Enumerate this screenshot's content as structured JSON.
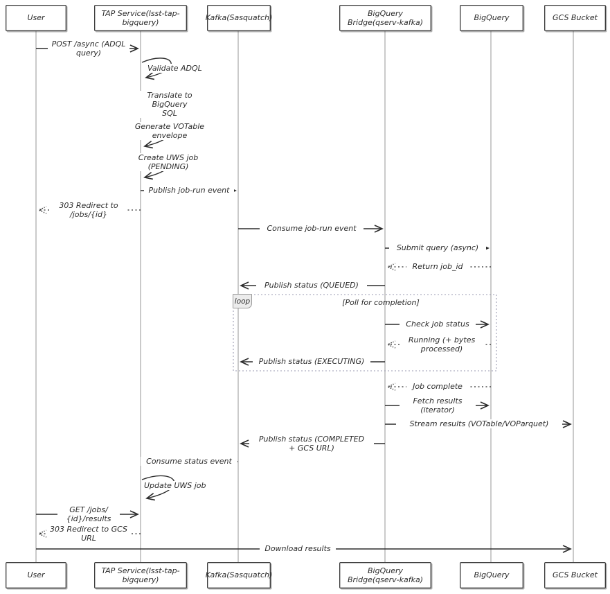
{
  "diagram": {
    "type": "sequence-diagram",
    "participants": [
      {
        "name": "User"
      },
      {
        "name": "TAP Service(lsst-tap-bigquery)"
      },
      {
        "name": "Kafka(Sasquatch)"
      },
      {
        "name": "BigQuery Bridge(qserv-kafka)"
      },
      {
        "name": "BigQuery"
      },
      {
        "name": "GCS Bucket"
      }
    ],
    "messages": [
      {
        "label": "POST /async (ADQL\nquery)",
        "from": "User",
        "to": "TAP Service(lsst-tap-bigquery)",
        "style": "solid"
      },
      {
        "label": "Validate ADQL",
        "from": "TAP Service(lsst-tap-bigquery)",
        "to": "TAP Service(lsst-tap-bigquery)",
        "style": "self"
      },
      {
        "label": "Translate to BigQuery\nSQL",
        "from": "TAP Service(lsst-tap-bigquery)",
        "to": "TAP Service(lsst-tap-bigquery)",
        "style": "self"
      },
      {
        "label": "Generate VOTable\nenvelope",
        "from": "TAP Service(lsst-tap-bigquery)",
        "to": "TAP Service(lsst-tap-bigquery)",
        "style": "self"
      },
      {
        "label": "Create UWS job\n(PENDING)",
        "from": "TAP Service(lsst-tap-bigquery)",
        "to": "TAP Service(lsst-tap-bigquery)",
        "style": "self"
      },
      {
        "label": "Publish job-run event",
        "from": "TAP Service(lsst-tap-bigquery)",
        "to": "Kafka(Sasquatch)",
        "style": "solid"
      },
      {
        "label": "303 Redirect to\n/jobs/{id}",
        "from": "TAP Service(lsst-tap-bigquery)",
        "to": "User",
        "style": "dashed"
      },
      {
        "label": "Consume job-run event",
        "from": "Kafka(Sasquatch)",
        "to": "BigQuery Bridge(qserv-kafka)",
        "style": "solid"
      },
      {
        "label": "Submit query (async)",
        "from": "BigQuery Bridge(qserv-kafka)",
        "to": "BigQuery",
        "style": "solid"
      },
      {
        "label": "Return job_id",
        "from": "BigQuery",
        "to": "BigQuery Bridge(qserv-kafka)",
        "style": "dashed"
      },
      {
        "label": "Publish status (QUEUED)",
        "from": "BigQuery Bridge(qserv-kafka)",
        "to": "Kafka(Sasquatch)",
        "style": "solid"
      },
      {
        "label": "Check job status",
        "from": "BigQuery Bridge(qserv-kafka)",
        "to": "BigQuery",
        "style": "solid"
      },
      {
        "label": "Running (+ bytes\nprocessed)",
        "from": "BigQuery",
        "to": "BigQuery Bridge(qserv-kafka)",
        "style": "dashed"
      },
      {
        "label": "Publish status (EXECUTING)",
        "from": "BigQuery Bridge(qserv-kafka)",
        "to": "Kafka(Sasquatch)",
        "style": "solid"
      },
      {
        "label": "Job complete",
        "from": "BigQuery",
        "to": "BigQuery Bridge(qserv-kafka)",
        "style": "dashed"
      },
      {
        "label": "Fetch results\n(iterator)",
        "from": "BigQuery Bridge(qserv-kafka)",
        "to": "BigQuery",
        "style": "solid"
      },
      {
        "label": "Stream results (VOTable/VOParquet)",
        "from": "BigQuery Bridge(qserv-kafka)",
        "to": "GCS Bucket",
        "style": "solid"
      },
      {
        "label": "Publish status (COMPLETED\n+ GCS URL)",
        "from": "BigQuery Bridge(qserv-kafka)",
        "to": "Kafka(Sasquatch)",
        "style": "solid"
      },
      {
        "label": "Consume status event",
        "from": "Kafka(Sasquatch)",
        "to": "TAP Service(lsst-tap-bigquery)",
        "style": "solid"
      },
      {
        "label": "Update UWS job",
        "from": "TAP Service(lsst-tap-bigquery)",
        "to": "TAP Service(lsst-tap-bigquery)",
        "style": "self"
      },
      {
        "label": "GET /jobs/\n{id}/results",
        "from": "User",
        "to": "TAP Service(lsst-tap-bigquery)",
        "style": "solid"
      },
      {
        "label": "303 Redirect to GCS\nURL",
        "from": "TAP Service(lsst-tap-bigquery)",
        "to": "User",
        "style": "dashed"
      },
      {
        "label": "Download results",
        "from": "User",
        "to": "GCS Bucket",
        "style": "solid"
      }
    ],
    "loop_frame": {
      "label": "loop",
      "condition": "[Poll for completion]"
    }
  },
  "colors": {
    "stroke": "#2d2d2d",
    "lifeline": "#a6a6a6",
    "loop_border": "#9a9ab0",
    "loop_tag_bg": "#ececec",
    "text": "#2a2a2a",
    "background": "#ffffff"
  }
}
